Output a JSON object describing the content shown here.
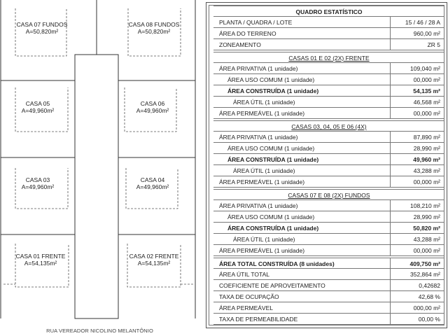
{
  "plan": {
    "lots": [
      {
        "name": "CASA 07 FUNDOS",
        "area": "A=50,820m²"
      },
      {
        "name": "CASA 08 FUNDOS",
        "area": "A=50,820m²"
      },
      {
        "name": "CASA 05",
        "area": "A=49,960m²"
      },
      {
        "name": "CASA 06",
        "area": "A=49,960m²"
      },
      {
        "name": "CASA 03",
        "area": "A=49,960m²"
      },
      {
        "name": "CASA 04",
        "area": "A=49,960m²"
      },
      {
        "name": "CASA 01 FRENTE",
        "area": "A=54,135m²"
      },
      {
        "name": "CASA 02 FRENTE",
        "area": "A=54,135m²"
      }
    ],
    "street": "RUA VEREADOR NICOLINO MELANTÔNIO"
  },
  "table": {
    "title": "QUADRO ESTATÍSTICO",
    "general": [
      {
        "label": "PLANTA / QUADRA / LOTE",
        "value": "15 / 46 / 28 A"
      },
      {
        "label": "ÁREA DO TERRENO",
        "value": "960,00 m²"
      },
      {
        "label": "ZONEAMENTO",
        "value": "ZR 5"
      }
    ],
    "sections": [
      {
        "title": "CASAS 01 E 02 (2X) FRENTE",
        "rows": [
          {
            "label": "ÁREA PRIVATIVA (1 unidade)",
            "value": "109,040 m²"
          },
          {
            "label": "ÁREA USO COMUM (1 unidade)",
            "value": "00,000 m²"
          },
          {
            "label": "ÁREA CONSTRUÍDA (1 unidade)",
            "value": "54,135 m²"
          },
          {
            "label": "ÁREA ÚTIL (1 unidade)",
            "value": "46,568 m²"
          },
          {
            "label": "ÁREA PERMEÁVEL (1 unidade)",
            "value": "00,000 m²"
          }
        ]
      },
      {
        "title": "CASAS 03, 04, 05 E 06 (4X)",
        "rows": [
          {
            "label": "ÁREA PRIVATIVA (1 unidade)",
            "value": "87,890 m²"
          },
          {
            "label": "ÁREA USO COMUM (1 unidade)",
            "value": "28,990 m²"
          },
          {
            "label": "ÁREA CONSTRUÍDA (1 unidade)",
            "value": "49,960 m²"
          },
          {
            "label": "ÁREA ÚTIL (1 unidade)",
            "value": "43,288 m²"
          },
          {
            "label": "ÁREA PERMEÁVEL (1 unidade)",
            "value": "00,000 m²"
          }
        ]
      },
      {
        "title": "CASAS 07 E 08 (2X) FUNDOS",
        "rows": [
          {
            "label": "ÁREA PRIVATIVA (1 unidade)",
            "value": "108,210 m²"
          },
          {
            "label": "ÁREA USO COMUM (1 unidade)",
            "value": "28,990 m²"
          },
          {
            "label": "ÁREA CONSTRUÍDA (1 unidade)",
            "value": "50,820 m²"
          },
          {
            "label": "ÁREA ÚTIL (1 unidade)",
            "value": "43,288 m²"
          },
          {
            "label": "ÁREA PERMEÁVEL (1 unidade)",
            "value": "00,000 m²"
          }
        ]
      }
    ],
    "totals": [
      {
        "label": "ÁREA TOTAL CONSTRUÍDA (8 unidades)",
        "value": "409,750 m²"
      },
      {
        "label": "ÁREA ÚTIL TOTAL",
        "value": "352,864 m²"
      },
      {
        "label": "COEFICIENTE DE APROVEITAMENTO",
        "value": "0,42682"
      },
      {
        "label": "TAXA DE OCUPAÇÃO",
        "value": "42,68 %"
      },
      {
        "label": "ÁREA PERMEÁVEL",
        "value": "000,00 m²"
      },
      {
        "label": "TAXA DE PERMEABILIDADE",
        "value": "00,00 %"
      }
    ]
  }
}
